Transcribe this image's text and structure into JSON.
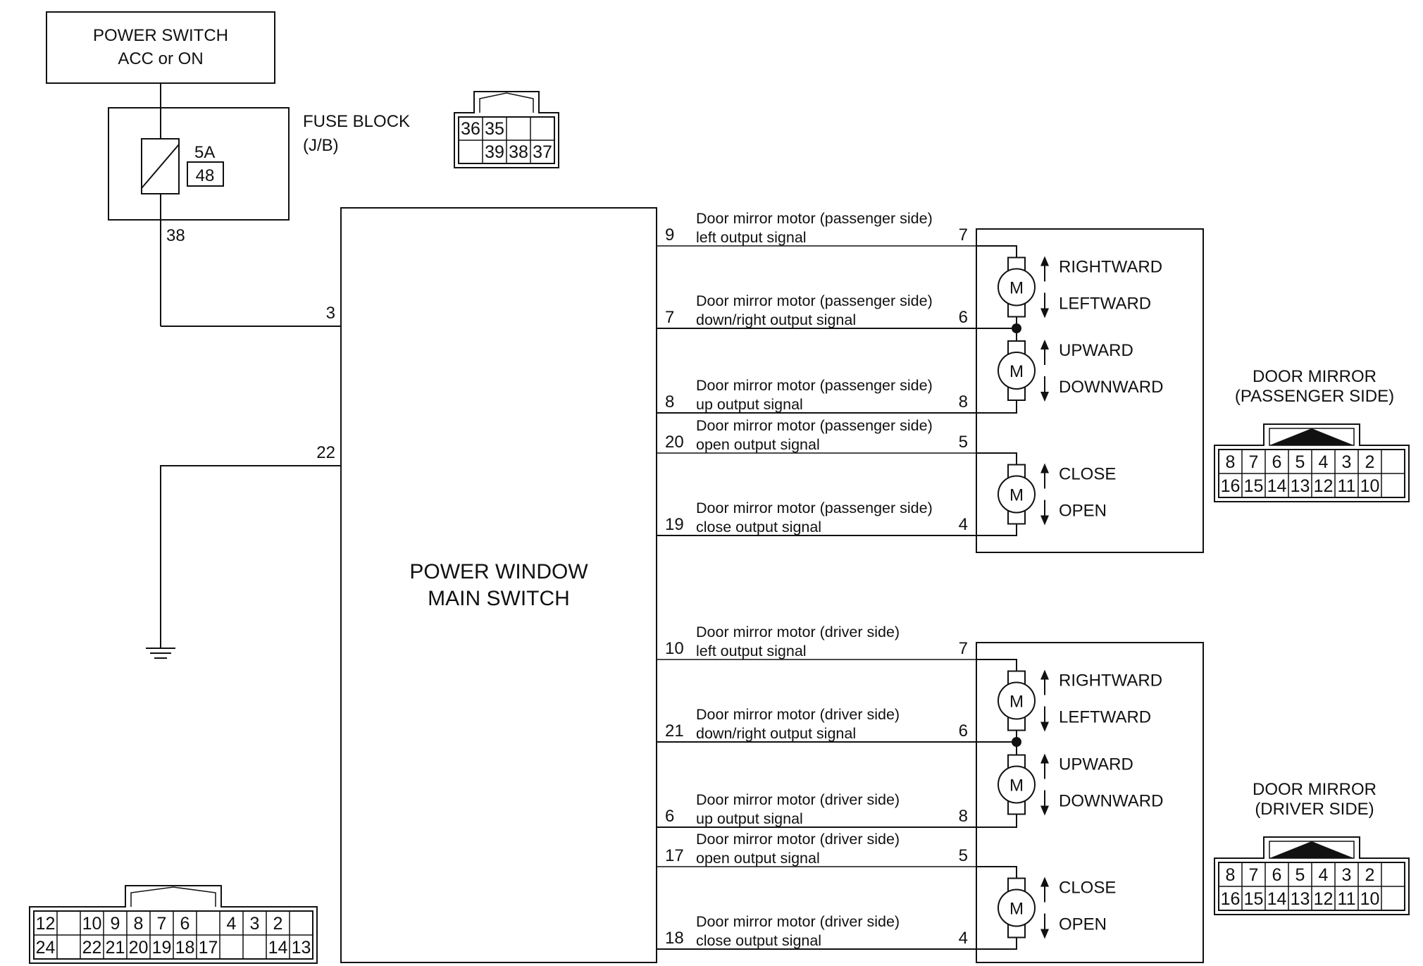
{
  "power_switch": {
    "line1": "POWER SWITCH",
    "line2": "ACC or ON"
  },
  "fuse_block": {
    "name_line1": "FUSE BLOCK",
    "name_line2": "(J/B)",
    "rating": "5A",
    "fuse_number": "48",
    "output_terminal": "38",
    "connector": {
      "top_row": [
        "36",
        "35",
        "",
        ""
      ],
      "bottom_row": [
        "",
        "39",
        "38",
        "37"
      ]
    }
  },
  "main_switch": {
    "line1": "POWER WINDOW",
    "line2": "MAIN SWITCH",
    "power_terminal": "3",
    "ground_terminal": "22",
    "connector": {
      "top_row": [
        "12",
        "",
        "10",
        "9",
        "8",
        "7",
        "6",
        "",
        "4",
        "3",
        "2",
        ""
      ],
      "bottom_row": [
        "24",
        "",
        "22",
        "21",
        "20",
        "19",
        "18",
        "17",
        "",
        "",
        "14",
        "13"
      ]
    }
  },
  "mirrors": [
    {
      "title_line1": "DOOR MIRROR",
      "title_line2": "(PASSENGER SIDE)",
      "signals": [
        {
          "switch_pin": "9",
          "mirror_pin": "7",
          "line1": "Door mirror motor (passenger side)",
          "line2": "left output signal"
        },
        {
          "switch_pin": "7",
          "mirror_pin": "6",
          "line1": "Door mirror motor (passenger side)",
          "line2": "down/right output signal"
        },
        {
          "switch_pin": "8",
          "mirror_pin": "8",
          "line1": "Door mirror motor (passenger side)",
          "line2": "up output signal"
        },
        {
          "switch_pin": "20",
          "mirror_pin": "5",
          "line1": "Door mirror motor (passenger side)",
          "line2": "open output signal"
        },
        {
          "switch_pin": "19",
          "mirror_pin": "4",
          "line1": "Door mirror motor (passenger side)",
          "line2": "close output signal"
        }
      ],
      "motors": [
        {
          "symbol": "M",
          "up_label": "RIGHTWARD",
          "down_label": "LEFTWARD"
        },
        {
          "symbol": "M",
          "up_label": "UPWARD",
          "down_label": "DOWNWARD"
        },
        {
          "symbol": "M",
          "up_label": "CLOSE",
          "down_label": "OPEN"
        }
      ],
      "connector": {
        "top_row": [
          "8",
          "7",
          "6",
          "5",
          "4",
          "3",
          "2",
          ""
        ],
        "bottom_row": [
          "16",
          "15",
          "14",
          "13",
          "12",
          "11",
          "10",
          ""
        ]
      }
    },
    {
      "title_line1": "DOOR MIRROR",
      "title_line2": "(DRIVER SIDE)",
      "signals": [
        {
          "switch_pin": "10",
          "mirror_pin": "7",
          "line1": "Door mirror motor (driver side)",
          "line2": "left output signal"
        },
        {
          "switch_pin": "21",
          "mirror_pin": "6",
          "line1": "Door mirror motor (driver side)",
          "line2": "down/right output signal"
        },
        {
          "switch_pin": "6",
          "mirror_pin": "8",
          "line1": "Door mirror motor (driver side)",
          "line2": "up output signal"
        },
        {
          "switch_pin": "17",
          "mirror_pin": "5",
          "line1": "Door mirror motor (driver side)",
          "line2": "open output signal"
        },
        {
          "switch_pin": "18",
          "mirror_pin": "4",
          "line1": "Door mirror motor (driver side)",
          "line2": "close output signal"
        }
      ],
      "motors": [
        {
          "symbol": "M",
          "up_label": "RIGHTWARD",
          "down_label": "LEFTWARD"
        },
        {
          "symbol": "M",
          "up_label": "UPWARD",
          "down_label": "DOWNWARD"
        },
        {
          "symbol": "M",
          "up_label": "CLOSE",
          "down_label": "OPEN"
        }
      ],
      "connector": {
        "top_row": [
          "8",
          "7",
          "6",
          "5",
          "4",
          "3",
          "2",
          ""
        ],
        "bottom_row": [
          "16",
          "15",
          "14",
          "13",
          "12",
          "11",
          "10",
          ""
        ]
      }
    }
  ]
}
